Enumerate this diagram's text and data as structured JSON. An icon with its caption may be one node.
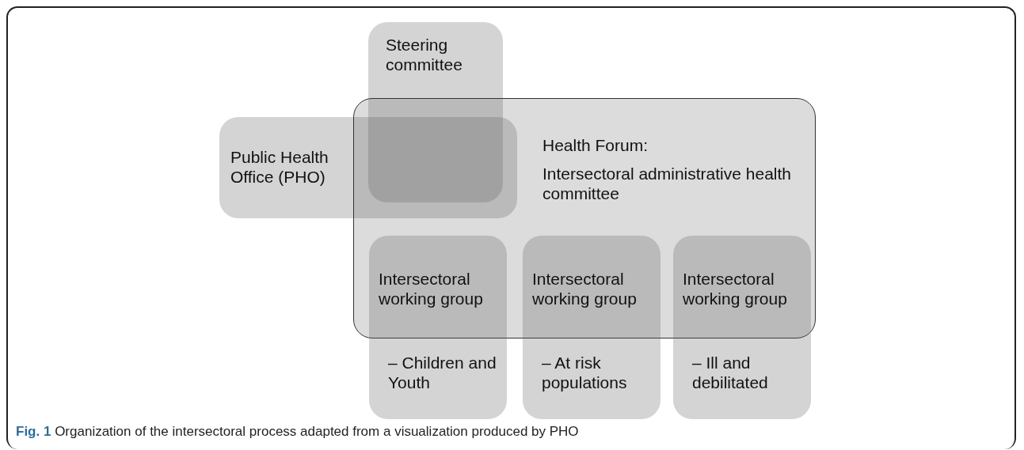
{
  "diagram": {
    "caption": "**Fig. 1** Organization of the intersectoral process adapted from a visualization produced by PHO",
    "nodes": [
      {
        "text": [
          "Steering committee"
        ]
      },
      {
        "text": [
          "Public Health Office (PHO)"
        ]
      },
      {
        "text": [
          "Health Forum:",
          "Intersectoral administrative health committee"
        ]
      },
      {
        "text": [
          "Intersectoral working group",
          "– Children and Youth"
        ]
      },
      {
        "text": [
          "Intersectoral working group",
          "– At risk populations"
        ]
      },
      {
        "text": [
          "Intersectoral working group",
          "– Ill and debilitated"
        ]
      }
    ],
    "edges": []
  }
}
